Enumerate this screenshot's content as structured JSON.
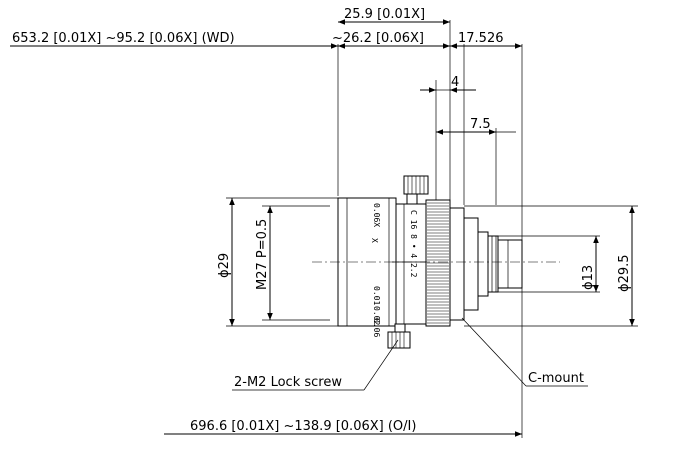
{
  "drawing": {
    "dimensions": {
      "top_overall": "25.9 [0.01X]",
      "wd_range": "653.2 [0.01X] ~95.2 [0.06X] (WD)",
      "flange_range": "~26.2 [0.06X]",
      "back_length": "17.526",
      "dim_4": "4",
      "dim_7_5": "7.5",
      "diameter_29": "ϕ29",
      "thread": "M27 P=0.5",
      "diameter_13": "ϕ13",
      "diameter_29_5": "ϕ29.5",
      "oi_range": "696.6 [0.01X] ~138.9 [0.06X] (O/I)"
    },
    "callouts": {
      "lock_screw": "2-M2 Lock screw",
      "c_mount": "C-mount"
    },
    "lens_markings": {
      "focus_top": "0.06X",
      "focus_x": "X",
      "focus_bottom_1": "0.01",
      "focus_bottom_2": "0.02",
      "focus_bottom_3": "0.06",
      "iris_scale": "C 16  8  •  4  2.2"
    }
  }
}
